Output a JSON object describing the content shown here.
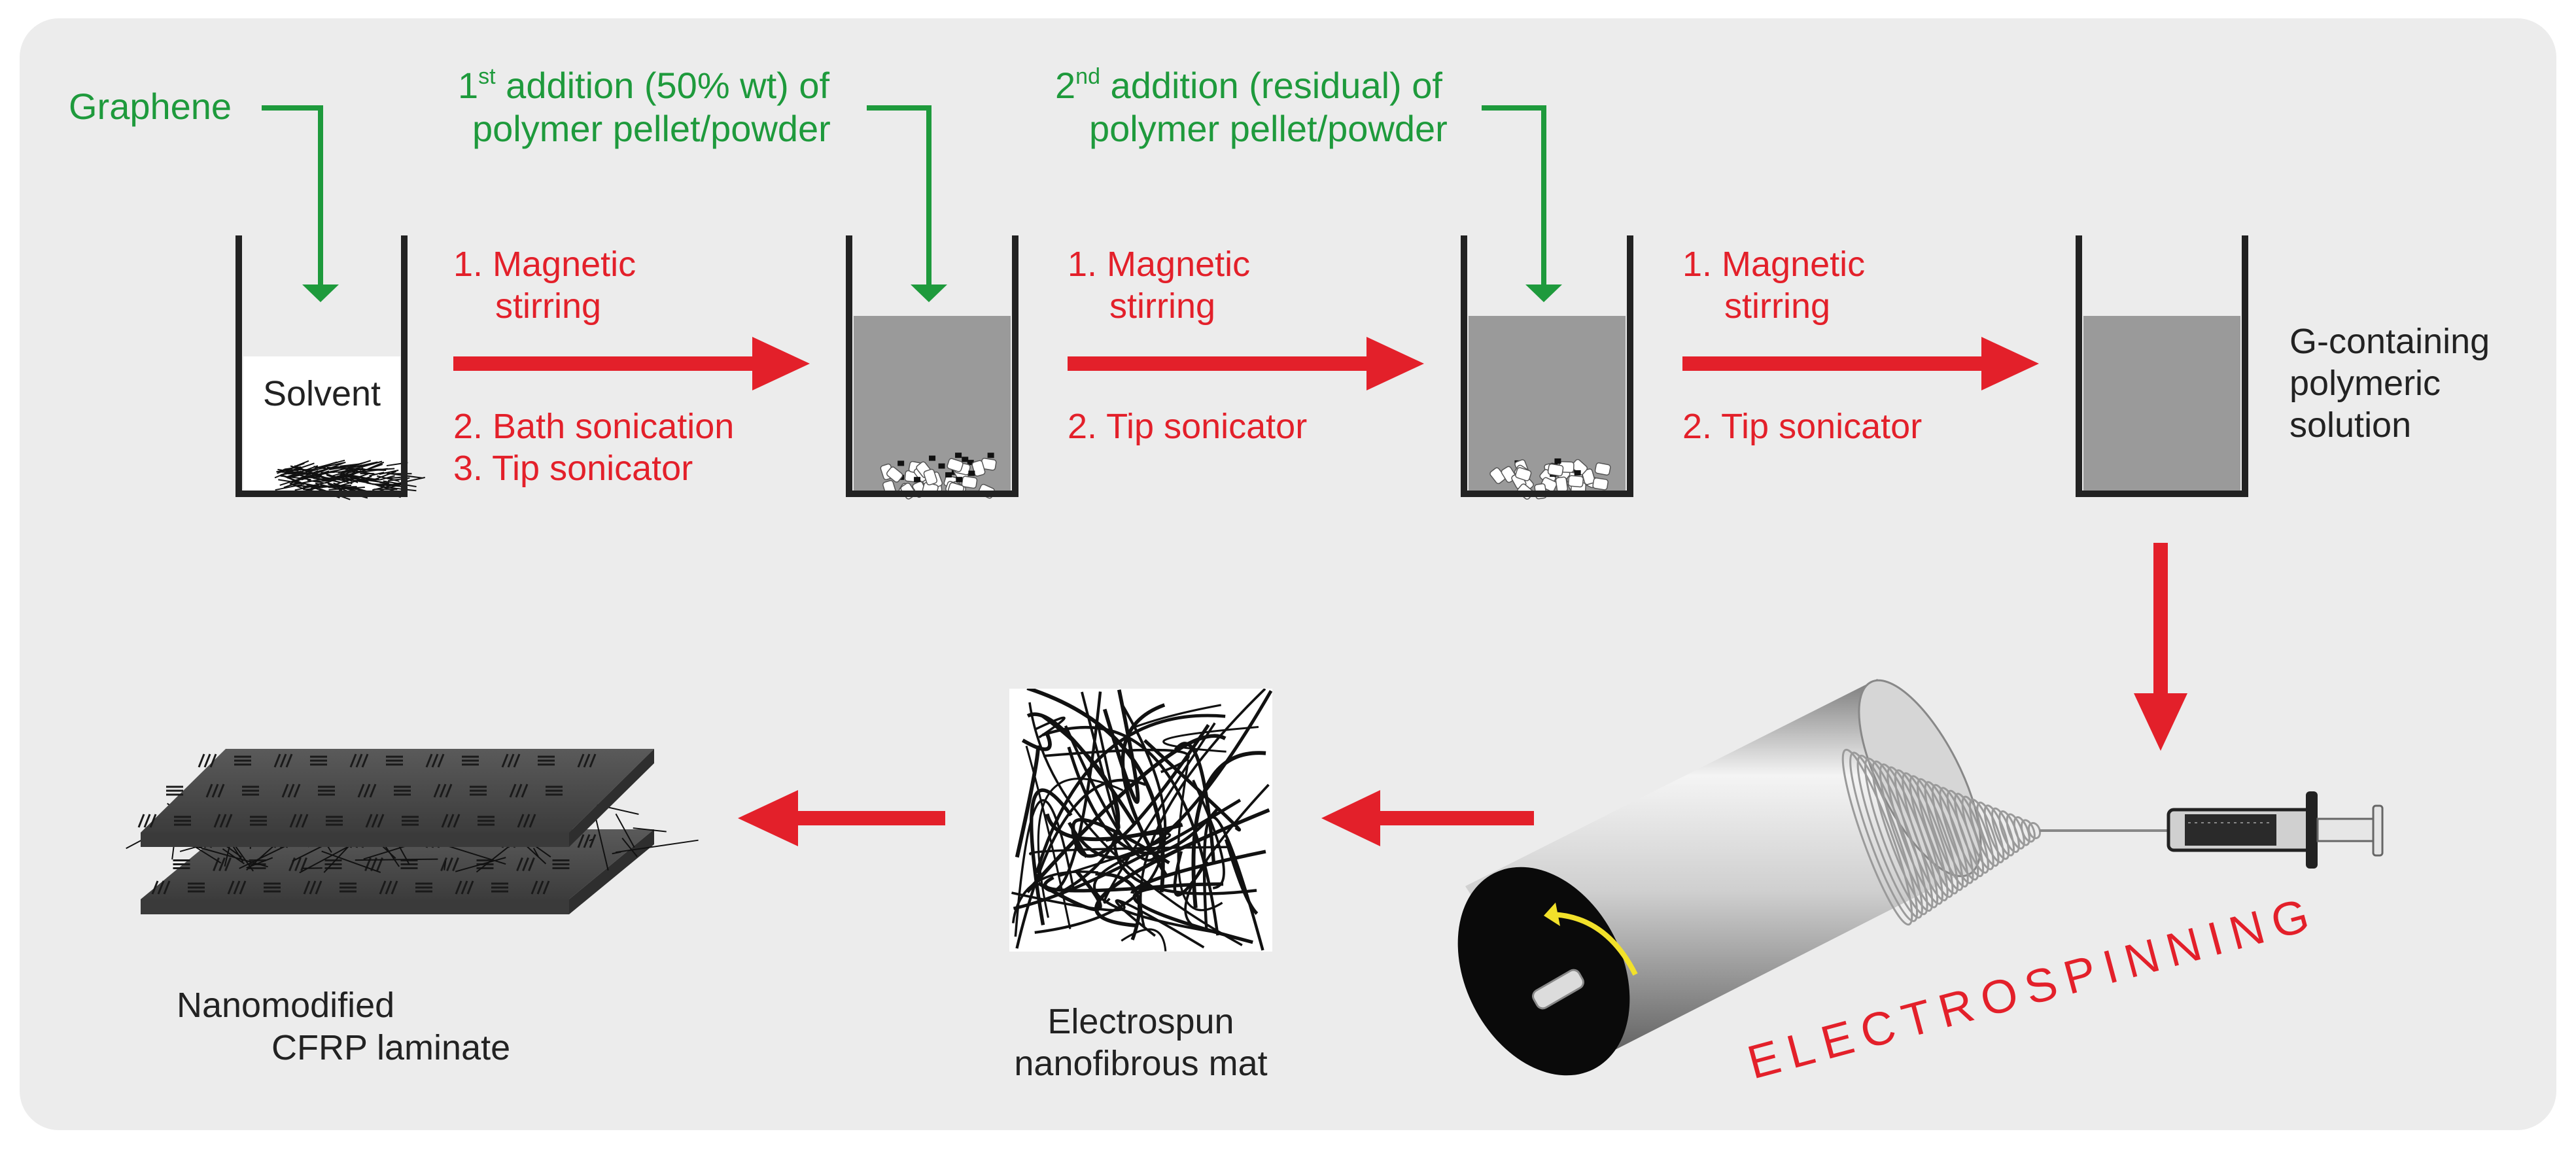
{
  "colors": {
    "panel_bg": "#ececec",
    "green": "#1e9a3c",
    "red": "#e3202a",
    "text_dark": "#222222",
    "solution_gray": "#9a9a9a",
    "rotation_arrow": "#f2e12a"
  },
  "inputs": {
    "graphene": "Graphene",
    "first_addition": {
      "number": "1",
      "superscript": "st",
      "line1_rest": " addition (50% wt) of",
      "line2": "polymer pellet/powder"
    },
    "second_addition": {
      "number": "2",
      "superscript": "nd",
      "line1_rest": " addition (residual) of",
      "line2": "polymer pellet/powder"
    }
  },
  "beakers": {
    "solvent_label": "Solvent"
  },
  "steps": {
    "step1_top": [
      "1. Magnetic",
      "stirring"
    ],
    "step1_bottom": [
      "2. Bath sonication",
      "3. Tip sonicator"
    ],
    "step2_top": [
      "1. Magnetic",
      "stirring"
    ],
    "step2_bottom": [
      "2. Tip sonicator"
    ],
    "step3_top": [
      "1. Magnetic",
      "stirring"
    ],
    "step3_bottom": [
      "2. Tip sonicator"
    ]
  },
  "result": {
    "solution": [
      "G-containing",
      "polymeric",
      "solution"
    ],
    "electrospinning": "ELECTROSPINNING",
    "mat": [
      "Electrospun",
      "nanofibrous mat"
    ],
    "laminate": [
      "Nanomodified",
      "CFRP laminate"
    ]
  }
}
